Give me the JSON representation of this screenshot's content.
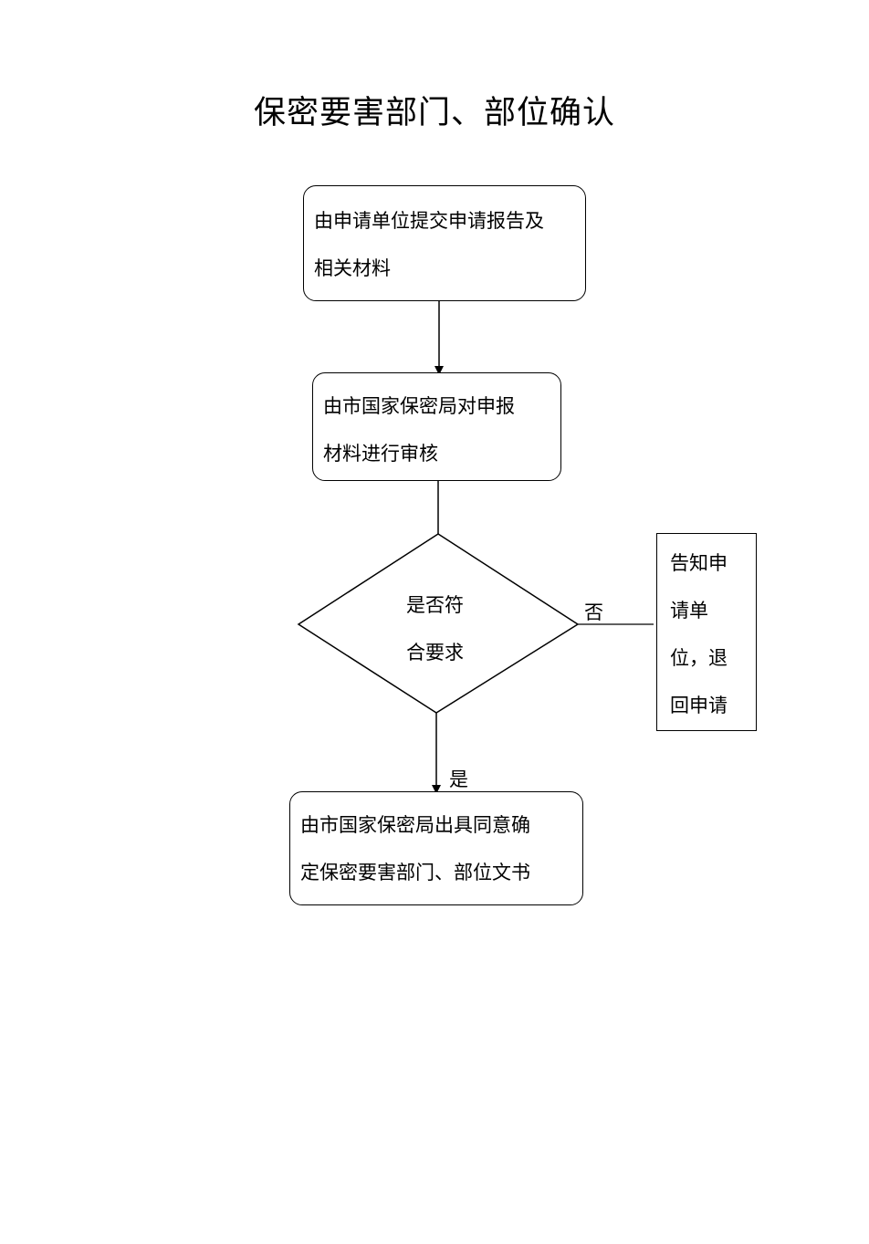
{
  "title": "保密要害部门、部位确认",
  "steps": {
    "submit": {
      "line1": "由申请单位提交申请报告及",
      "line2": "相关材料"
    },
    "review": {
      "line1": "由市国家保密局对申报",
      "line2": "材料进行审核"
    },
    "decision": {
      "line1": "是否符",
      "line2": "合要求"
    },
    "reject": {
      "line1": "告知申",
      "line2": "请单",
      "line3": "位，退",
      "line4": "回申请"
    },
    "approve": {
      "line1": "由市国家保密局出具同意确",
      "line2": "定保密要害部门、部位文书"
    }
  },
  "edges": {
    "no_label": "否",
    "yes_label": "是"
  }
}
